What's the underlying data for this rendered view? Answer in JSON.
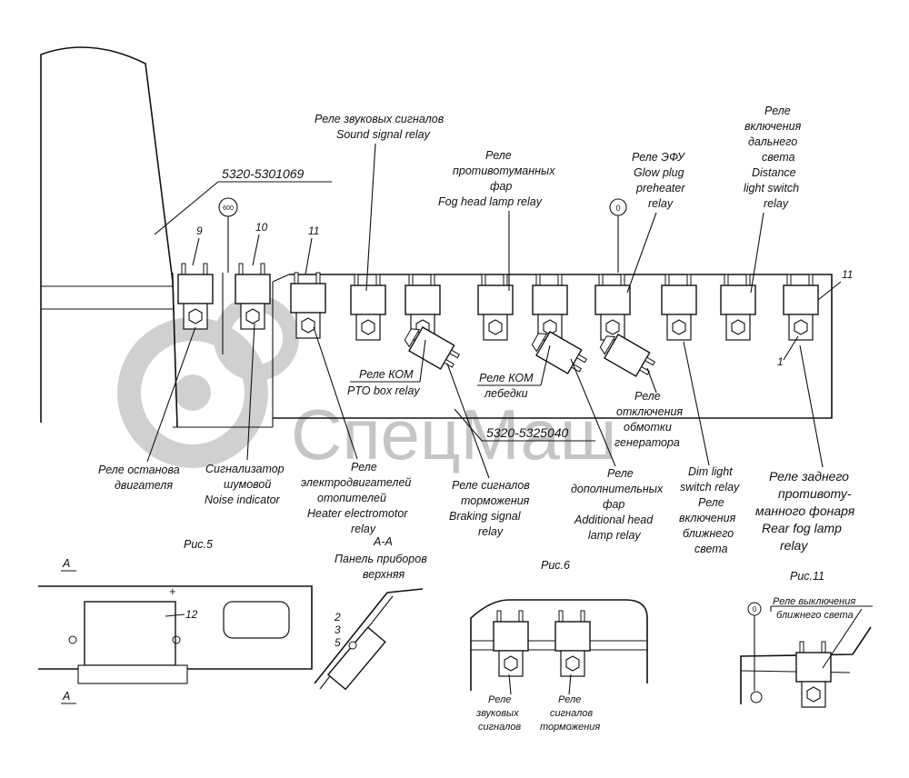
{
  "part_numbers": {
    "left": "5320-5301069",
    "bottom": "5320-5325040"
  },
  "circled_marks": {
    "left": "600",
    "center": "0",
    "fig11": "0"
  },
  "callouts": {
    "n9": "9",
    "n10": "10",
    "n11_left": "11",
    "n11_right": "11",
    "n1": "1",
    "n12": "12",
    "n2": "2",
    "n3": "3",
    "n5": "5"
  },
  "top_labels": {
    "sound_ru": "Реле звуковых сигналов",
    "sound_en": "Sound signal relay",
    "fog_ru1": "Реле",
    "fog_ru2": "противотуманных",
    "fog_ru3": "фар",
    "fog_en": "Fog head lamp relay",
    "efu_ru": "Реле ЭФУ",
    "efu_en1": "Glow plug",
    "efu_en2": "preheater",
    "efu_en3": "relay",
    "dist_ru1": "Реле",
    "dist_ru2": "включения",
    "dist_ru3": "дальнего",
    "dist_ru4": "света",
    "dist_en1": "Distance",
    "dist_en2": "light switch",
    "dist_en3": "relay"
  },
  "mid_labels": {
    "kom_ru": "Реле КОМ",
    "kom_en": "PTO box relay",
    "komleb_ru1": "Реле КОМ",
    "komleb_ru2": "лебедки",
    "gen_ru1": "Реле",
    "gen_ru2": "отключения",
    "gen_ru3": "обмотки",
    "gen_ru4": "генератора"
  },
  "bottom_labels": {
    "stop_ru1": "Реле останова",
    "stop_ru2": "двигателя",
    "noise_ru1": "Сигнализатор",
    "noise_ru2": "шумовой",
    "noise_en": "Noise indicator",
    "heater_ru1": "Реле",
    "heater_ru2": "электродвигателей",
    "heater_ru3": "отопителей",
    "heater_en1": "Heater electromotor",
    "heater_en2": "relay",
    "brake_ru1": "Реле сигналов",
    "brake_ru2": "торможения",
    "brake_en1": "Braking signal",
    "brake_en2": "relay",
    "add_ru1": "Реле",
    "add_ru2": "дополнительных",
    "add_ru3": "фар",
    "add_en1": "Additional head",
    "add_en2": "lamp relay",
    "dim_en1": "Dim light",
    "dim_en2": "switch relay",
    "dim_ru1": "Реле",
    "dim_ru2": "включения",
    "dim_ru3": "ближнего",
    "dim_ru4": "света",
    "rear_ru1": "Реле заднего",
    "rear_ru2": "противоту-",
    "rear_ru3": "манного фонаря",
    "rear_en1": "Rear fog lamp",
    "rear_en2": "relay"
  },
  "fig5": {
    "title": "Рис.5",
    "section": "A",
    "plus": "+"
  },
  "section_aa": {
    "title": "А-А",
    "panel1": "Панель приборов",
    "panel2": "верхняя"
  },
  "fig6": {
    "title": "Рис.6",
    "l1": "Реле",
    "l2": "звуковых",
    "l3": "сигналов",
    "r1": "Реле",
    "r2": "сигналов",
    "r3": "торможения"
  },
  "fig11": {
    "title": "Рис.11",
    "l1": "Реле выключения",
    "l2": "ближнего света"
  },
  "watermark": "СпецМаш"
}
